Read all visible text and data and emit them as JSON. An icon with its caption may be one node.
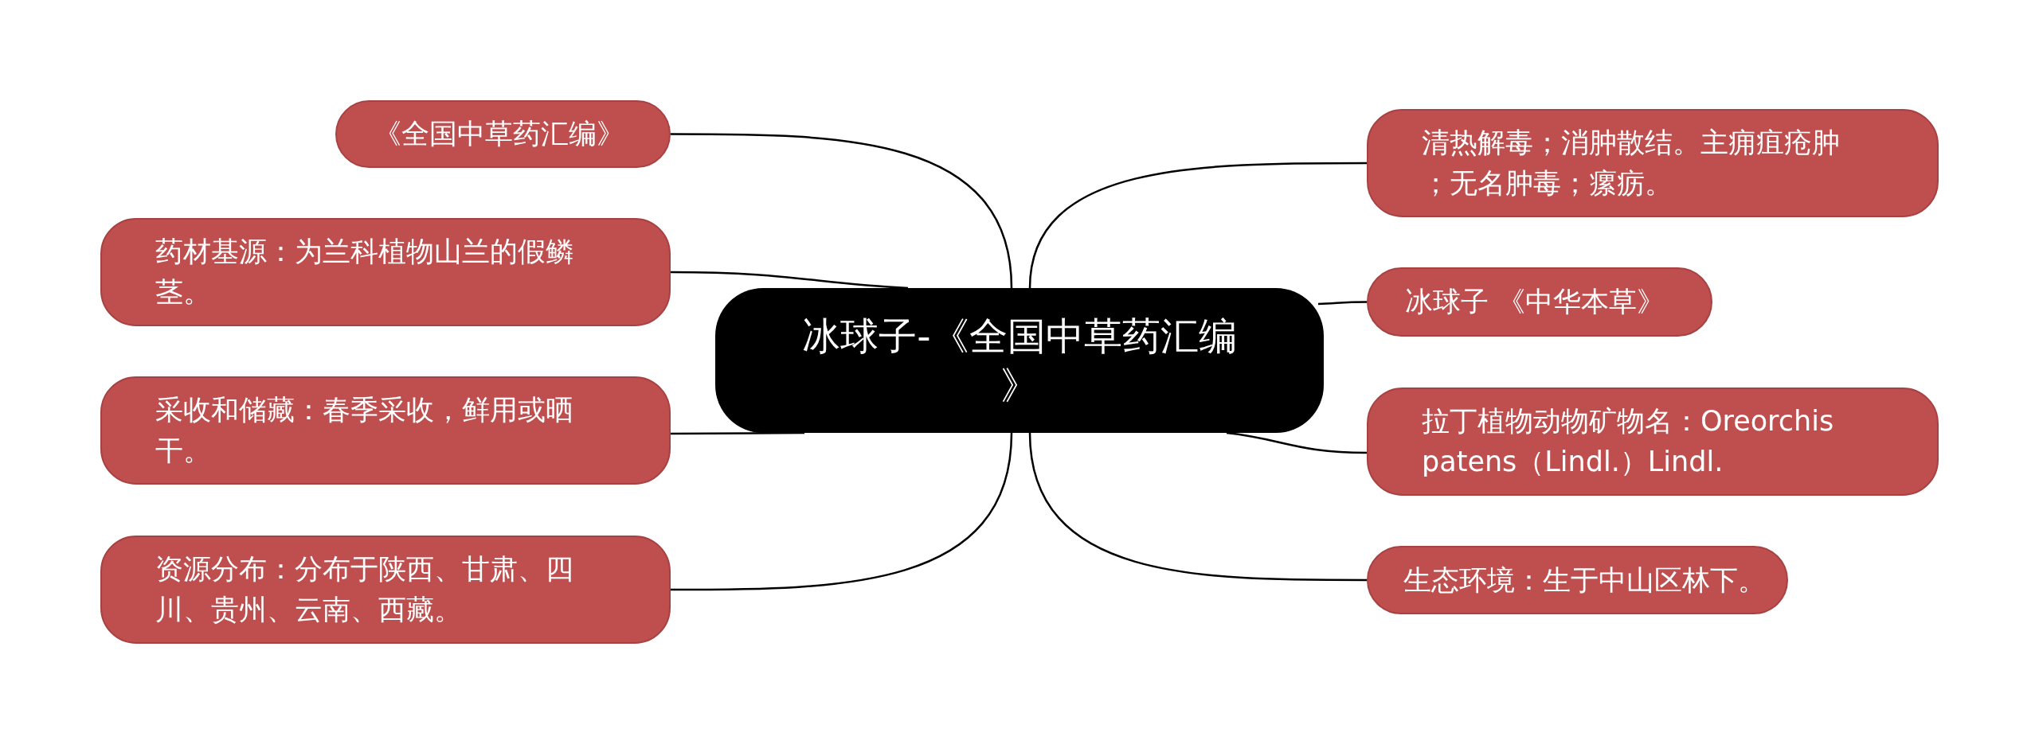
{
  "diagram": {
    "nodes": [
      {
        "text": [
          "冰球子-《全国中草药汇编》"
        ]
      },
      {
        "text": [
          "《全国中草药汇编》"
        ]
      },
      {
        "text": [
          "药材基源：为兰科植物山兰的假鳞茎。"
        ]
      },
      {
        "text": [
          "采收和储藏：春季采收，鲜用或晒干。"
        ]
      },
      {
        "text": [
          "资源分布：分布于陕西、甘肃、四川、贵州、云南、西藏。"
        ]
      },
      {
        "text": [
          "清热解毒；消肿散结。主痈疽疮肿；无名肿毒；瘰疬。"
        ]
      },
      {
        "text": [
          "冰球子 《中华本草》"
        ]
      },
      {
        "text": [
          "拉丁植物动物矿物名：Oreorchis patens（Lindl.）Lindl."
        ]
      },
      {
        "text": [
          "生态环境：生于中山区林下。"
        ]
      }
    ],
    "edges": [
      {
        "from": 0,
        "to": 1,
        "arrow": "none"
      },
      {
        "from": 0,
        "to": 2,
        "arrow": "none"
      },
      {
        "from": 0,
        "to": 3,
        "arrow": "none"
      },
      {
        "from": 0,
        "to": 4,
        "arrow": "none"
      },
      {
        "from": 0,
        "to": 5,
        "arrow": "none"
      },
      {
        "from": 0,
        "to": 6,
        "arrow": "none"
      },
      {
        "from": 0,
        "to": 7,
        "arrow": "none"
      },
      {
        "from": 0,
        "to": 8,
        "arrow": "none"
      }
    ]
  }
}
